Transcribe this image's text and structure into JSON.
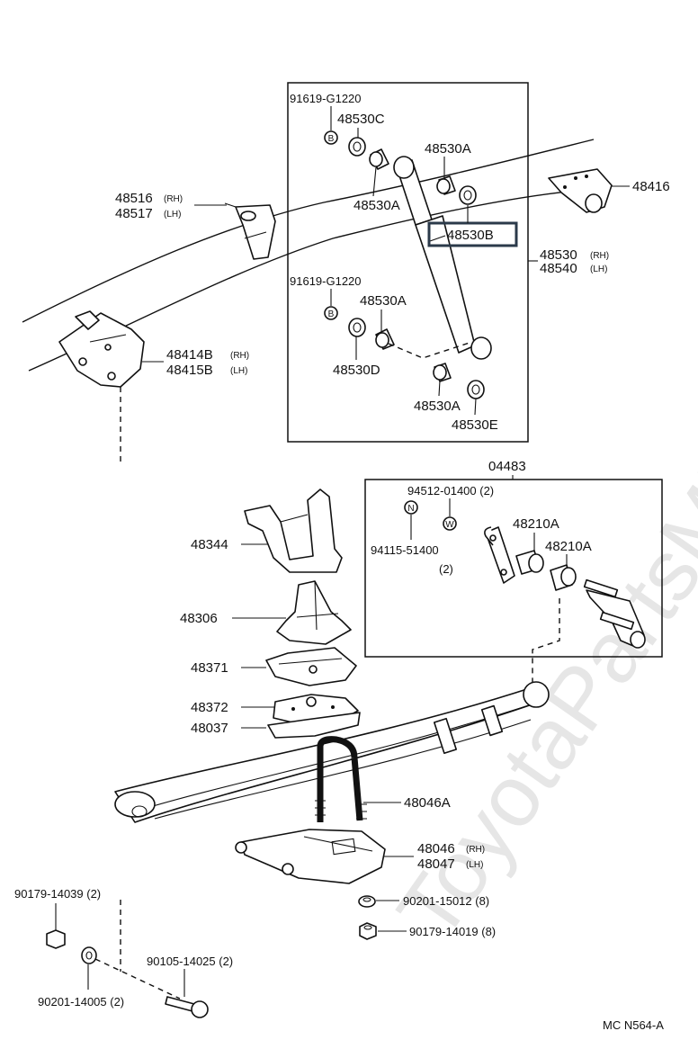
{
  "watermark": "ToyotaPartsMine.ru",
  "diagram_code": "MC N564-A",
  "sub_assembly_code": "04483",
  "labels": {
    "p91619_top": "91619-G1220",
    "p48530C": "48530C",
    "p48530A_1": "48530A",
    "p48530A_2": "48530A",
    "p48530B": "48530B",
    "p48516": "48516",
    "p48517": "48517",
    "p48416": "48416",
    "p48530": "48530",
    "p48540": "48540",
    "p91619_bot": "91619-G1220",
    "p48530A_3": "48530A",
    "p48530D": "48530D",
    "p48530A_4": "48530A",
    "p48530E": "48530E",
    "p48414B": "48414B",
    "p48415B": "48415B",
    "p94512": "94512-01400 (2)",
    "p94115": "94115-51400",
    "p94115_qty": "(2)",
    "p48210A_1": "48210A",
    "p48210A_2": "48210A",
    "p48344": "48344",
    "p48306": "48306",
    "p48371": "48371",
    "p48372": "48372",
    "p48037": "48037",
    "p48046A": "48046A",
    "p48046": "48046",
    "p48047": "48047",
    "p90179_14039": "90179-14039 (2)",
    "p90201_15012": "90201-15012 (8)",
    "p90179_14019": "90179-14019 (8)",
    "p90105": "90105-14025 (2)",
    "p90201_14005": "90201-14005 (2)"
  },
  "suffix": {
    "rh": "(RH)",
    "lh": "(LH)"
  },
  "markers": {
    "B": "B",
    "N": "N",
    "W": "W"
  },
  "highlighted_part": "48530B"
}
